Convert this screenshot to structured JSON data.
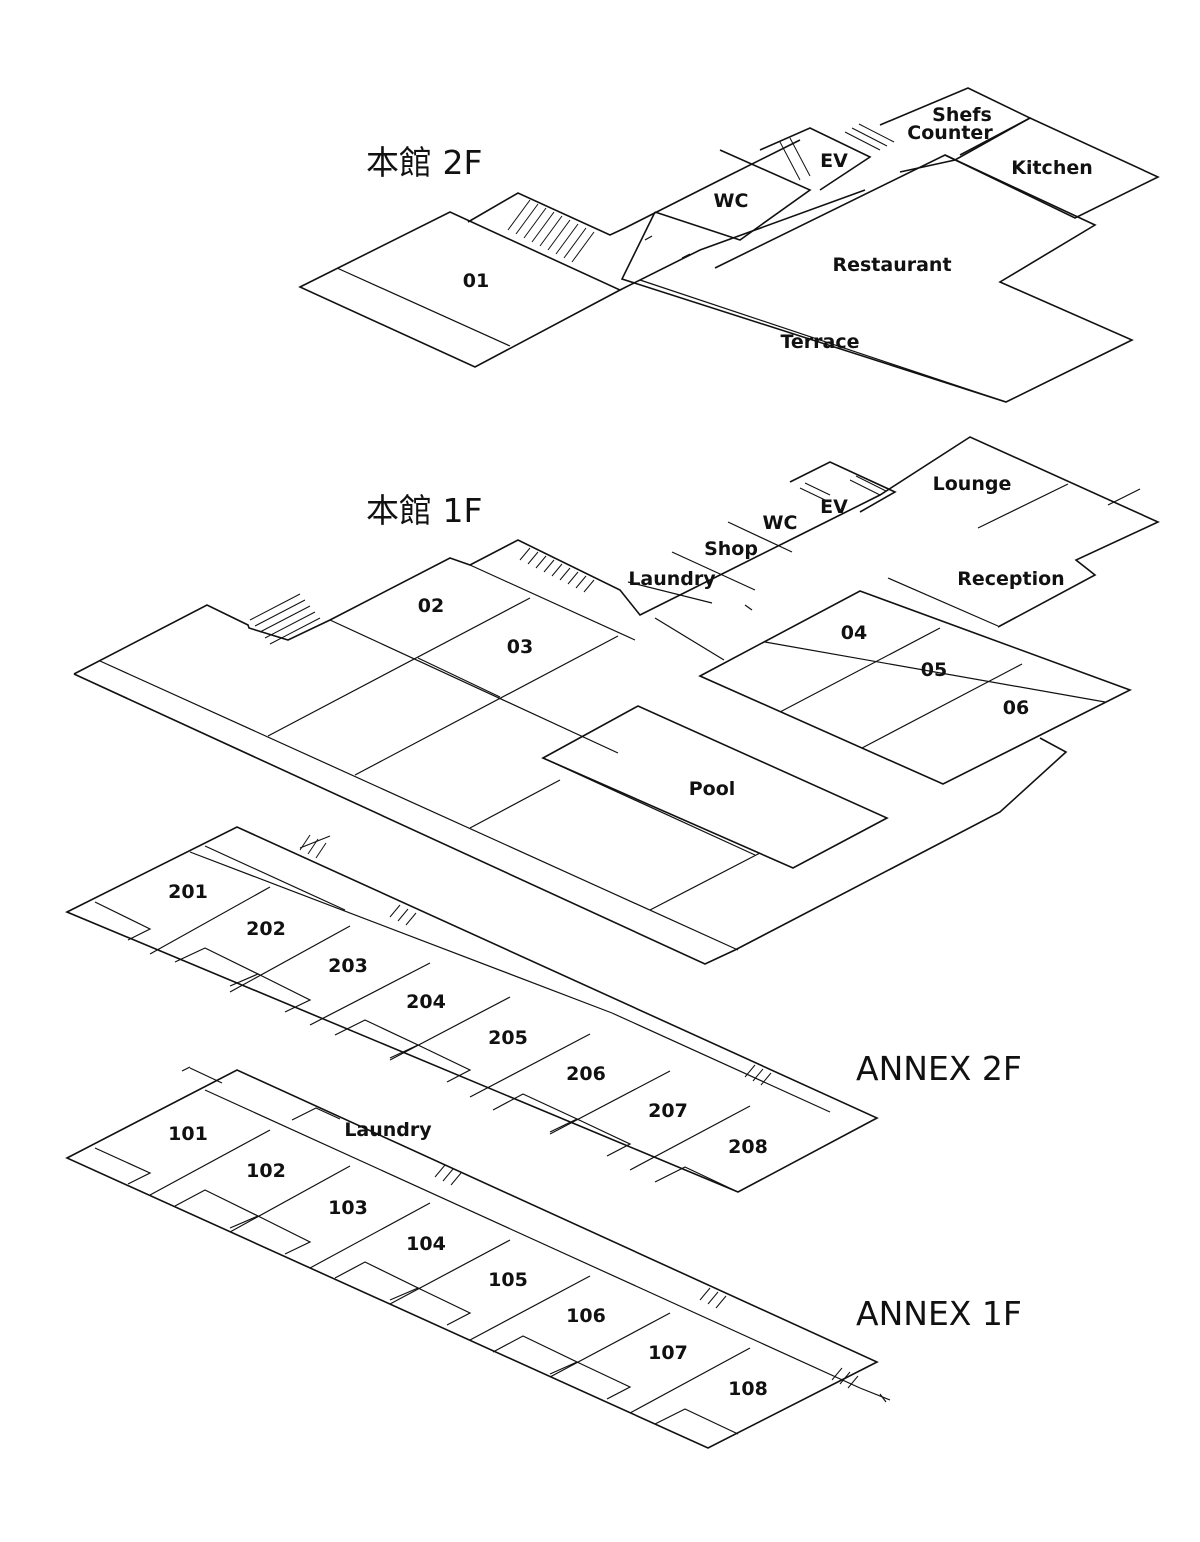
{
  "floors": {
    "main_2f": "本館 2F",
    "main_1f": "本館 1F",
    "annex_2f": "ANNEX 2F",
    "annex_1f": "ANNEX 1F"
  },
  "main_2f_rooms": {
    "r01": "01",
    "wc": "WC",
    "ev": "EV",
    "shefs": "Shefs",
    "counter": "Counter",
    "kitchen": "Kitchen",
    "restaurant": "Restaurant",
    "terrace": "Terrace"
  },
  "main_1f_rooms": {
    "r02": "02",
    "r03": "03",
    "r04": "04",
    "r05": "05",
    "r06": "06",
    "laundry": "Laundry",
    "shop": "Shop",
    "wc": "WC",
    "ev": "EV",
    "lounge": "Lounge",
    "reception": "Reception",
    "pool": "Pool"
  },
  "annex_2f_rooms": [
    "201",
    "202",
    "203",
    "204",
    "205",
    "206",
    "207",
    "208"
  ],
  "annex_1f_rooms": [
    "101",
    "102",
    "103",
    "104",
    "105",
    "106",
    "107",
    "108"
  ],
  "annex_1f_laundry": "Laundry"
}
